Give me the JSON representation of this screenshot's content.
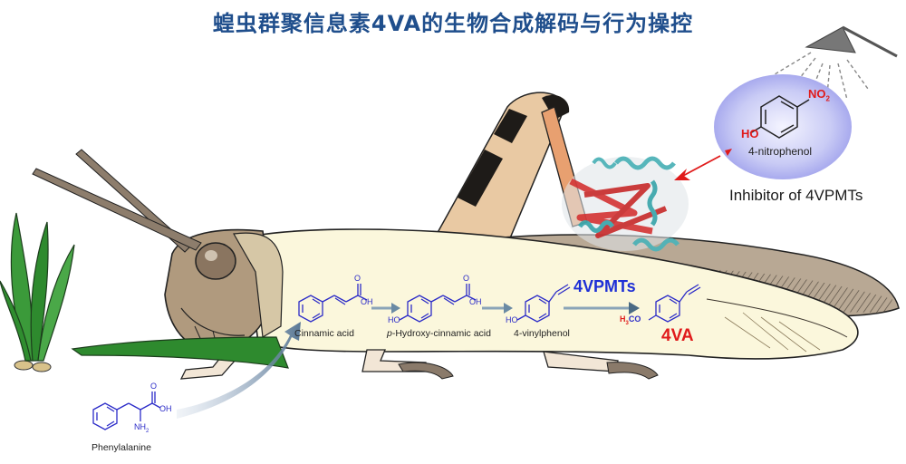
{
  "title": "蝗虫群聚信息素4VA的生物合成解码与行为操控",
  "compounds": {
    "phenylalanine": "Phenylalanine",
    "cinnamic_acid": "Cinnamic acid",
    "p_hydroxy_prefix": "p",
    "p_hydroxy_rest": "-Hydroxy-cinnamic acid",
    "vinylphenol": "4-vinylphenol",
    "product": "4VA",
    "nitrophenol": "4-nitrophenol"
  },
  "enzyme": "4VPMTs",
  "inhibitor_label": "Inhibitor of 4VPMTs",
  "atoms": {
    "oh": "OH",
    "ho": "HO",
    "o": "O",
    "nh2": "NH",
    "nh2_sub": "2",
    "h3co_h": "H",
    "h3co_3": "3",
    "h3co_co": "CO",
    "no2": "NO",
    "no2_sub": "2"
  },
  "colors": {
    "title": "#1f4e8c",
    "structure": "#2b2bc8",
    "accent_red": "#e01b1b",
    "enzyme_blue": "#1e2fd6",
    "body": "#fbf7dc"
  }
}
